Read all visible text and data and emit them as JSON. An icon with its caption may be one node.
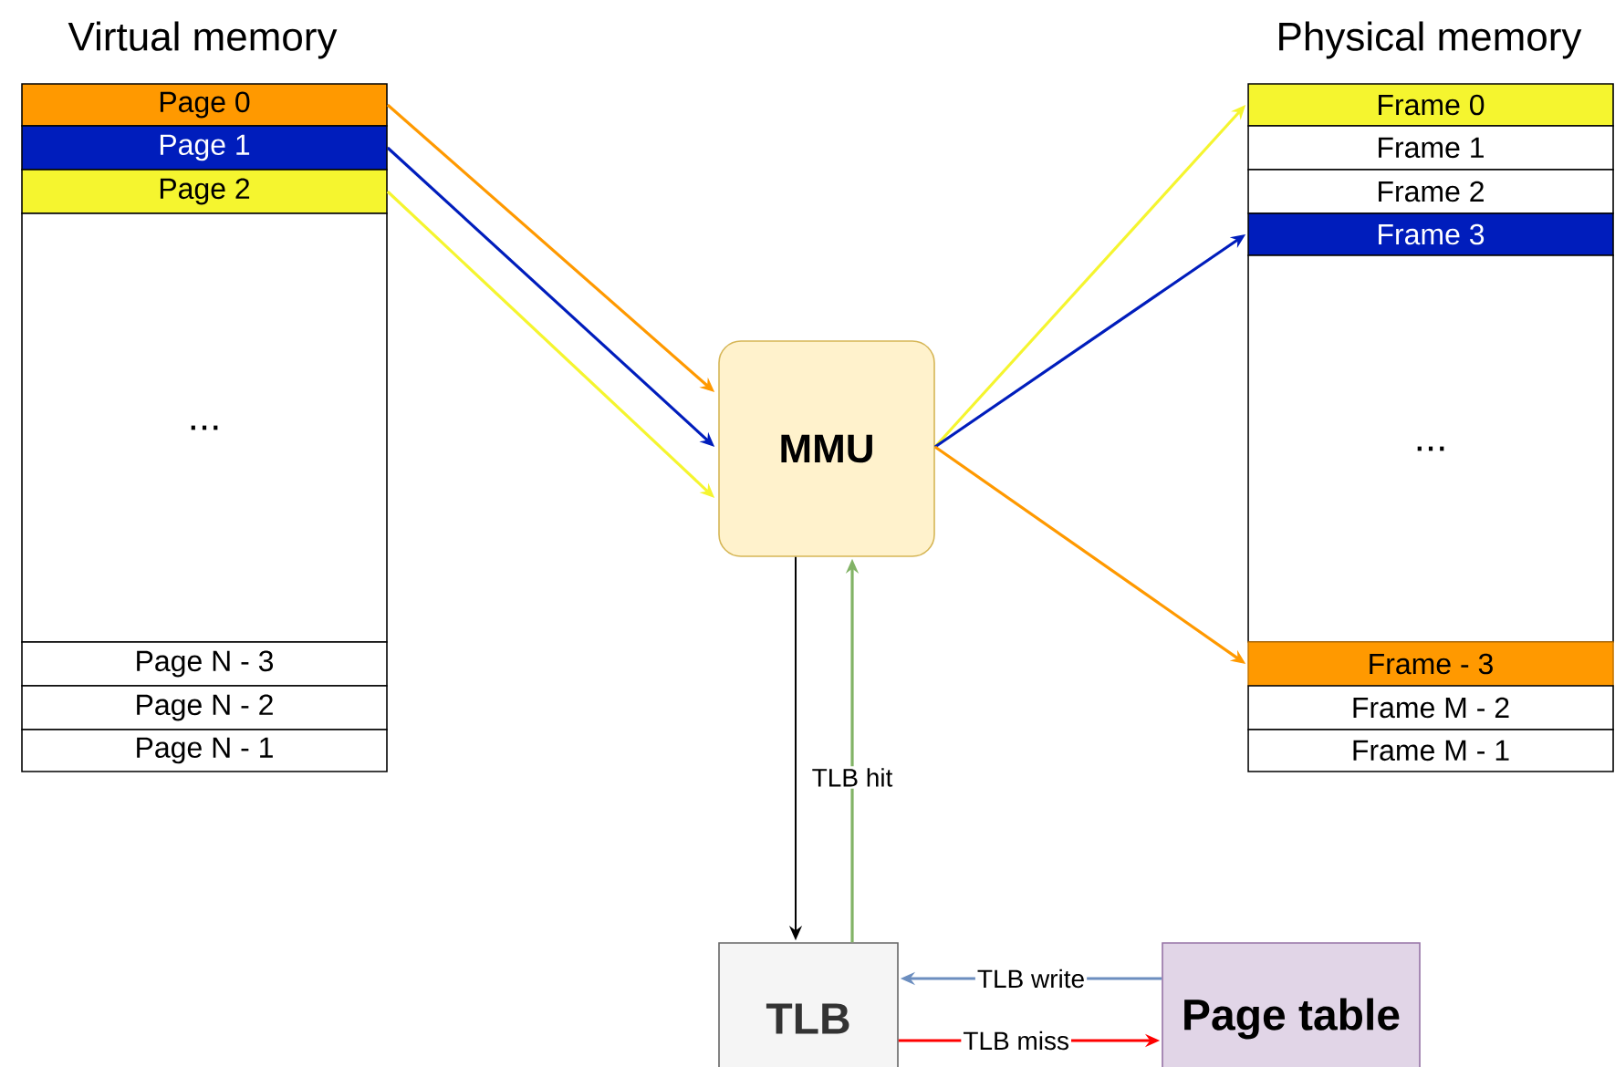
{
  "diagram": {
    "nodes": [
      {
        "text": [
          "Page 0"
        ]
      },
      {
        "text": [
          "Page 1"
        ]
      },
      {
        "text": [
          "Page 2"
        ]
      },
      {
        "text": [
          "..."
        ]
      },
      {
        "text": [
          "Page N - 3"
        ]
      },
      {
        "text": [
          "Page N - 2"
        ]
      },
      {
        "text": [
          "Page N - 1"
        ]
      },
      {
        "text": [
          "MMU"
        ]
      },
      {
        "text": [
          "Frame 0"
        ]
      },
      {
        "text": [
          "Frame 1"
        ]
      },
      {
        "text": [
          "Frame 2"
        ]
      },
      {
        "text": [
          "Frame 3"
        ]
      },
      {
        "text": [
          "..."
        ]
      },
      {
        "text": [
          "Frame - 3"
        ]
      },
      {
        "text": [
          "Frame M - 2"
        ]
      },
      {
        "text": [
          "Frame M - 1"
        ]
      },
      {
        "text": [
          "TLB"
        ]
      },
      {
        "text": [
          "Page table"
        ]
      }
    ],
    "edges": [
      {
        "from": 0,
        "to": 7,
        "arrow": "to",
        "color": "#ff9900"
      },
      {
        "from": 1,
        "to": 7,
        "arrow": "to",
        "color": "#001dbc"
      },
      {
        "from": 2,
        "to": 7,
        "arrow": "to",
        "color": "#f5f52f"
      },
      {
        "from": 7,
        "to": 8,
        "arrow": "to",
        "color": "#f5f52f"
      },
      {
        "from": 7,
        "to": 11,
        "arrow": "to",
        "color": "#001dbc"
      },
      {
        "from": 7,
        "to": 13,
        "arrow": "to",
        "color": "#ff9900"
      },
      {
        "from": 7,
        "to": 16,
        "arrow": "to",
        "color": "#000000"
      },
      {
        "from": 16,
        "to": 7,
        "arrow": "to",
        "label": "TLB hit",
        "color": "#82b366"
      },
      {
        "from": 17,
        "to": 16,
        "arrow": "to",
        "label": "TLB write",
        "color": "#6c8ebf"
      },
      {
        "from": 16,
        "to": 17,
        "arrow": "to",
        "label": "TLB miss",
        "color": "#ff0000"
      }
    ],
    "labels": [
      "Virtual memory",
      "Physical memory"
    ]
  }
}
